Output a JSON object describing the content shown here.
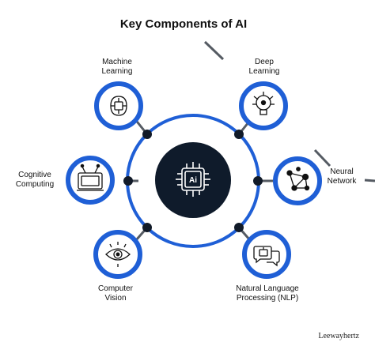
{
  "title": "Key Components of AI",
  "center": {
    "badge": "Ai"
  },
  "components": [
    {
      "id": "machine-learning",
      "lines": [
        "Machine",
        "Learning"
      ],
      "icon": "brain-chip-icon"
    },
    {
      "id": "deep-learning",
      "lines": [
        "Deep",
        "Learning"
      ],
      "icon": "lightbulb-network-icon"
    },
    {
      "id": "cognitive-computing",
      "lines": [
        "Cognitive",
        "Computing"
      ],
      "icon": "monitor-antenna-icon"
    },
    {
      "id": "neural-network",
      "lines": [
        "Neural",
        "Network"
      ],
      "icon": "node-network-icon"
    },
    {
      "id": "computer-vision",
      "lines": [
        "Computer",
        "Vision"
      ],
      "icon": "eye-circuit-icon"
    },
    {
      "id": "nlp",
      "lines": [
        "Natural Language",
        "Processing (NLP)"
      ],
      "icon": "chat-chip-icon"
    }
  ],
  "brand": "Leewayhertz",
  "colors": {
    "accent_blue": "#1f5fd6",
    "center_dark": "#0f1b2b",
    "dot_dark": "#111a28",
    "connector_gray": "#555b63"
  }
}
